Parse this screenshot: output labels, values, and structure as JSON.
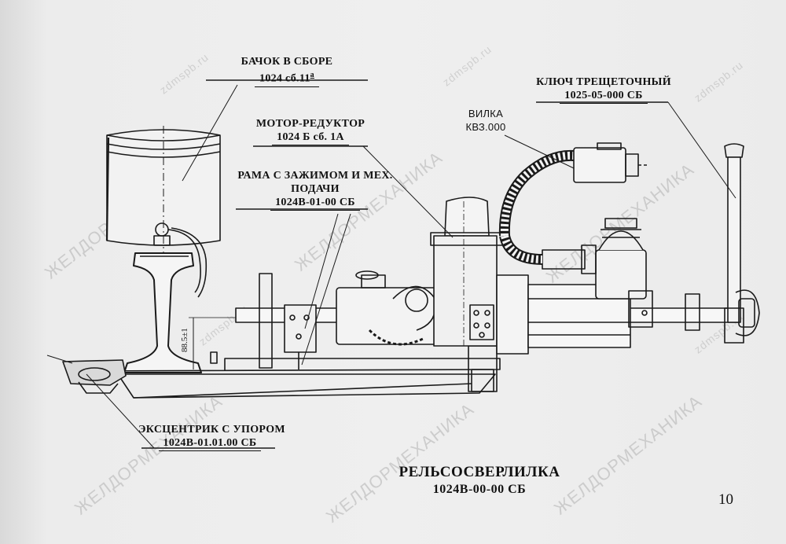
{
  "labels": {
    "tank": {
      "name": "БАЧОК В СБОРЕ",
      "code": "1024 сб.11",
      "code_sup": "а"
    },
    "motor": {
      "name": "МОТОР-РЕДУКТОР",
      "code": "1024 Б сб. 1А"
    },
    "frame": {
      "name_line1": "РАМА С ЗАЖИМОМ И МЕХ.",
      "name_line2": "ПОДАЧИ",
      "code": "1024В-01-00 СБ"
    },
    "fork": {
      "name": "ВИЛКА",
      "code": "КВЗ.000"
    },
    "ratchet": {
      "name": "КЛЮЧ ТРЕЩЕТОЧНЫЙ",
      "code": "1025-05-000 СБ"
    },
    "eccentric": {
      "name": "ЭКСЦЕНТРИК С УПОРОМ",
      "code": "1024В-01.01.00 СБ"
    }
  },
  "dimension": "88.5±1",
  "title": {
    "line1": "РЕЛЬСОСВЕРЛИЛКА",
    "line2": "1024В-00-00 СБ"
  },
  "page_number": "10",
  "watermarks": {
    "brand": "ЖЕЛДОРМЕХАНИКА",
    "site": "zdmspb.ru"
  }
}
